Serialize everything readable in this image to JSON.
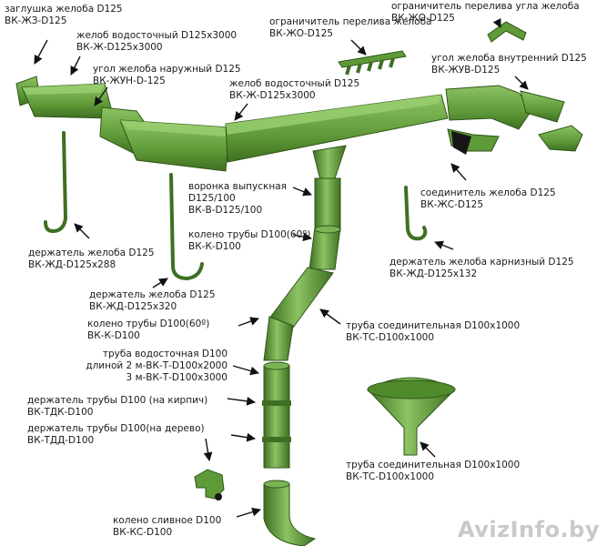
{
  "labels": {
    "end_cap": [
      "заглушка желоба D125",
      "ВК-ЖЗ-D125"
    ],
    "gutter_left": [
      "желоб водосточный D125x3000",
      "ВК-Ж-D125x3000"
    ],
    "overflow_limiter": [
      "ограничитель перелива желоба",
      "ВК-ЖО-D125"
    ],
    "corner_overflow_limiter": [
      "ограничитель перелива угла желоба",
      "ВК-ЖО-D125"
    ],
    "outer_corner": [
      "угол желоба наружный D125",
      "ВК-ЖУН-D-125"
    ],
    "gutter_mid": [
      "желоб водосточный D125",
      "ВК-Ж-D125x3000"
    ],
    "inner_corner": [
      "угол желоба внутренний D125",
      "ВК-ЖУВ-D125"
    ],
    "outlet": [
      "воронка выпускная",
      "D125/100",
      "ВК-В-D125/100"
    ],
    "connector": [
      "соединитель желоба D125",
      "ВК-ЖС-D125"
    ],
    "elbow_top": [
      "колено трубы D100(60º)",
      "ВК-К-D100"
    ],
    "holder_left": [
      "держатель желоба D125",
      "ВК-ЖД-D125x288"
    ],
    "eave_holder": [
      "держатель желоба карнизный  D125",
      "ВК-ЖД-D125x132"
    ],
    "holder_mid": [
      "держатель желоба D125",
      "ВК-ЖД-D125x320"
    ],
    "connecting_pipe_top": [
      "труба соединительная D100x1000",
      "ВК-ТС-D100x1000"
    ],
    "elbow_mid": [
      "колено трубы D100(60º)",
      "ВК-К-D100"
    ],
    "drain_pipe": [
      "труба водосточная D100",
      "длиной 2 м-ВК-Т-D100x2000",
      "3 м-ВК-Т-D100x3000"
    ],
    "pipe_holder_brick": [
      "держатель трубы D100 (на кирпич)",
      "ВК-ТДК-D100"
    ],
    "pipe_holder_wood": [
      "держатель трубы D100(на дерево)",
      "ВК-ТДД-D100"
    ],
    "connecting_pipe_bottom": [
      "труба соединительная D100x1000",
      "ВК-ТС-D100x1000"
    ],
    "drain_elbow": [
      "колено сливное D100",
      "ВК-КС-D100"
    ]
  },
  "watermark": "AvizInfo.by",
  "colors": {
    "green": "#5f9a38",
    "green_dark": "#3f6f22",
    "green_light": "#8cc363",
    "arrow": "#111111"
  }
}
